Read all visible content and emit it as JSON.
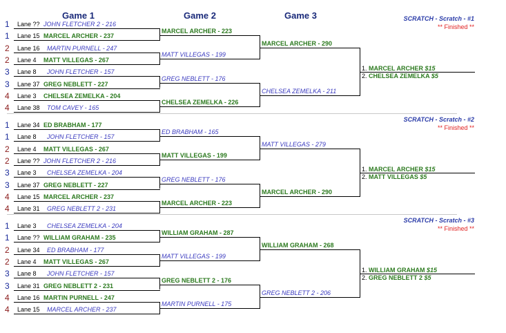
{
  "headers": {
    "game1": "Game 1",
    "game2": "Game 2",
    "game3": "Game 3"
  },
  "brackets": [
    {
      "title": "SCRATCH - Scratch - #1",
      "status": "** Finished **",
      "game1": [
        {
          "seed": "1",
          "seed_color": "#1a2a9a",
          "lane": "Lane ??",
          "name": "JOHN FLETCHER 2 - 216",
          "win": false
        },
        {
          "seed": "1",
          "seed_color": "#1a2a9a",
          "lane": "Lane 15",
          "name": "MARCEL ARCHER - 237",
          "win": true
        },
        {
          "seed": "2",
          "seed_color": "#8a1a1a",
          "lane": "Lane 16",
          "name": "MARTIN PURNELL - 247",
          "win": false
        },
        {
          "seed": "2",
          "seed_color": "#8a1a1a",
          "lane": "Lane 4",
          "name": "MATT VILLEGAS - 267",
          "win": true
        },
        {
          "seed": "3",
          "seed_color": "#1a2a9a",
          "lane": "Lane 8",
          "name": "JOHN FLETCHER - 157",
          "win": false
        },
        {
          "seed": "3",
          "seed_color": "#1a2a9a",
          "lane": "Lane 37",
          "name": "GREG NEBLETT - 227",
          "win": true
        },
        {
          "seed": "4",
          "seed_color": "#8a1a1a",
          "lane": "Lane 3",
          "name": "CHELSEA ZEMELKA - 204",
          "win": true
        },
        {
          "seed": "4",
          "seed_color": "#8a1a1a",
          "lane": "Lane 38",
          "name": "TOM CAVEY - 165",
          "win": false
        }
      ],
      "game2": [
        {
          "name": "MARCEL ARCHER - 223",
          "win": true
        },
        {
          "name": "MATT VILLEGAS - 199",
          "win": false
        },
        {
          "name": "GREG NEBLETT - 176",
          "win": false
        },
        {
          "name": "CHELSEA ZEMELKA - 226",
          "win": true
        }
      ],
      "game3": [
        {
          "name": "MARCEL ARCHER - 290",
          "win": true
        },
        {
          "name": "CHELSEA ZEMELKA - 211",
          "win": false
        }
      ],
      "prizes": [
        {
          "place": "1.",
          "name": "MARCEL ARCHER",
          "amount": "$15"
        },
        {
          "place": "2.",
          "name": "CHELSEA ZEMELKA",
          "amount": "$5"
        }
      ]
    },
    {
      "title": "SCRATCH - Scratch - #2",
      "status": "** Finished **",
      "game1": [
        {
          "seed": "1",
          "seed_color": "#1a2a9a",
          "lane": "Lane 34",
          "name": "ED BRABHAM - 177",
          "win": true
        },
        {
          "seed": "1",
          "seed_color": "#1a2a9a",
          "lane": "Lane 8",
          "name": "JOHN FLETCHER - 157",
          "win": false
        },
        {
          "seed": "2",
          "seed_color": "#8a1a1a",
          "lane": "Lane 4",
          "name": "MATT VILLEGAS - 267",
          "win": true
        },
        {
          "seed": "2",
          "seed_color": "#8a1a1a",
          "lane": "Lane ??",
          "name": "JOHN FLETCHER 2 - 216",
          "win": false
        },
        {
          "seed": "3",
          "seed_color": "#1a2a9a",
          "lane": "Lane 3",
          "name": "CHELSEA ZEMELKA - 204",
          "win": false
        },
        {
          "seed": "3",
          "seed_color": "#1a2a9a",
          "lane": "Lane 37",
          "name": "GREG NEBLETT - 227",
          "win": true
        },
        {
          "seed": "4",
          "seed_color": "#8a1a1a",
          "lane": "Lane 15",
          "name": "MARCEL ARCHER - 237",
          "win": true
        },
        {
          "seed": "4",
          "seed_color": "#8a1a1a",
          "lane": "Lane 31",
          "name": "GREG NEBLETT 2 - 231",
          "win": false
        }
      ],
      "game2": [
        {
          "name": "ED BRABHAM - 165",
          "win": false
        },
        {
          "name": "MATT VILLEGAS - 199",
          "win": true
        },
        {
          "name": "GREG NEBLETT - 176",
          "win": false
        },
        {
          "name": "MARCEL ARCHER - 223",
          "win": true
        }
      ],
      "game3": [
        {
          "name": "MATT VILLEGAS - 279",
          "win": false
        },
        {
          "name": "MARCEL ARCHER - 290",
          "win": true
        }
      ],
      "prizes": [
        {
          "place": "1.",
          "name": "MARCEL ARCHER",
          "amount": "$15"
        },
        {
          "place": "2.",
          "name": "MATT VILLEGAS",
          "amount": "$5"
        }
      ]
    },
    {
      "title": "SCRATCH - Scratch - #3",
      "status": "** Finished **",
      "game1": [
        {
          "seed": "1",
          "seed_color": "#1a2a9a",
          "lane": "Lane 3",
          "name": "CHELSEA ZEMELKA - 204",
          "win": false
        },
        {
          "seed": "1",
          "seed_color": "#1a2a9a",
          "lane": "Lane ??",
          "name": "WILLIAM GRAHAM - 235",
          "win": true
        },
        {
          "seed": "2",
          "seed_color": "#8a1a1a",
          "lane": "Lane 34",
          "name": "ED BRABHAM - 177",
          "win": false
        },
        {
          "seed": "2",
          "seed_color": "#8a1a1a",
          "lane": "Lane 4",
          "name": "MATT VILLEGAS - 267",
          "win": true
        },
        {
          "seed": "3",
          "seed_color": "#1a2a9a",
          "lane": "Lane 8",
          "name": "JOHN FLETCHER - 157",
          "win": false
        },
        {
          "seed": "3",
          "seed_color": "#1a2a9a",
          "lane": "Lane 31",
          "name": "GREG NEBLETT 2 - 231",
          "win": true
        },
        {
          "seed": "4",
          "seed_color": "#8a1a1a",
          "lane": "Lane 16",
          "name": "MARTIN PURNELL - 247",
          "win": true
        },
        {
          "seed": "4",
          "seed_color": "#8a1a1a",
          "lane": "Lane 15",
          "name": "MARCEL ARCHER - 237",
          "win": false
        }
      ],
      "game2": [
        {
          "name": "WILLIAM GRAHAM - 287",
          "win": true
        },
        {
          "name": "MATT VILLEGAS - 199",
          "win": false
        },
        {
          "name": "GREG NEBLETT 2 - 176",
          "win": true
        },
        {
          "name": "MARTIN PURNELL - 175",
          "win": false
        }
      ],
      "game3": [
        {
          "name": "WILLIAM GRAHAM - 268",
          "win": true
        },
        {
          "name": "GREG NEBLETT 2 - 206",
          "win": false
        }
      ],
      "prizes": [
        {
          "place": "1.",
          "name": "WILLIAM GRAHAM",
          "amount": "$15"
        },
        {
          "place": "2.",
          "name": "GREG NEBLETT 2",
          "amount": "$5"
        }
      ]
    }
  ]
}
